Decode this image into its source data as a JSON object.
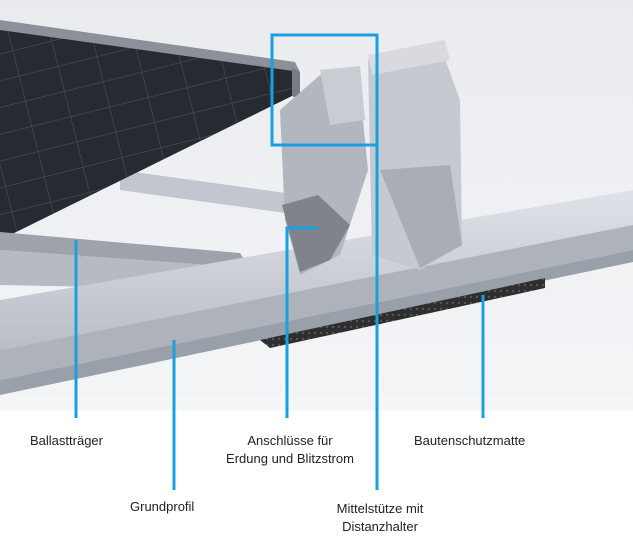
{
  "labels": {
    "ballasttraeger": "Ballastträger",
    "anschluesse_line1": "Anschlüsse für",
    "anschluesse_line2": "Erdung und Blitzstrom",
    "bautenschutzmatte": "Bautenschutzmatte",
    "grundprofil": "Grundprofil",
    "mittelstuetze_line1": "Mittelstütze mit",
    "mittelstuetze_line2": "Distanzhalter"
  },
  "colors": {
    "callout": "#1a9fe0",
    "panel": "#2b2f36",
    "rail": "#c9ccd3",
    "mat": "#333333",
    "bracket": "#b8bbc3"
  }
}
